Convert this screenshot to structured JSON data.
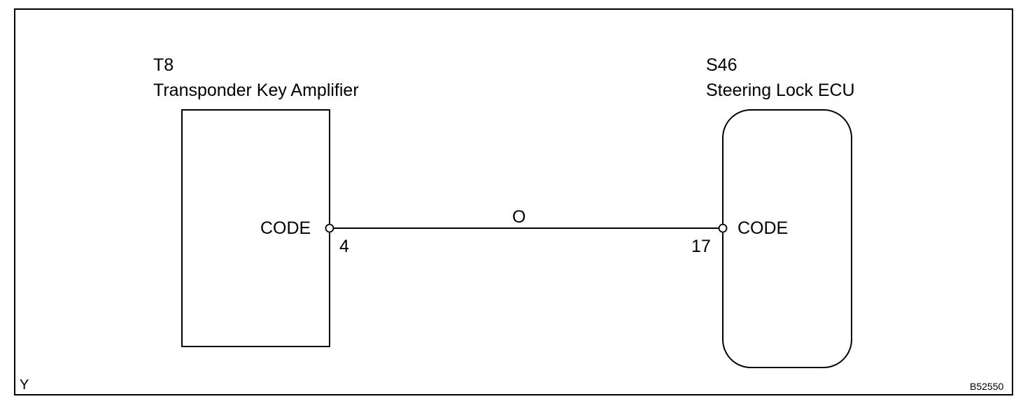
{
  "components": {
    "left": {
      "id": "T8",
      "name": "Transponder Key Amplifier",
      "pin_label": "CODE",
      "pin_number": "4"
    },
    "right": {
      "id": "S46",
      "name": "Steering Lock ECU",
      "pin_label": "CODE",
      "pin_number": "17"
    }
  },
  "wire": {
    "color_code": "O"
  },
  "footer": {
    "corner_label": "Y",
    "figure_code": "B52550"
  },
  "colors": {
    "line": "#000000",
    "background": "#ffffff"
  }
}
